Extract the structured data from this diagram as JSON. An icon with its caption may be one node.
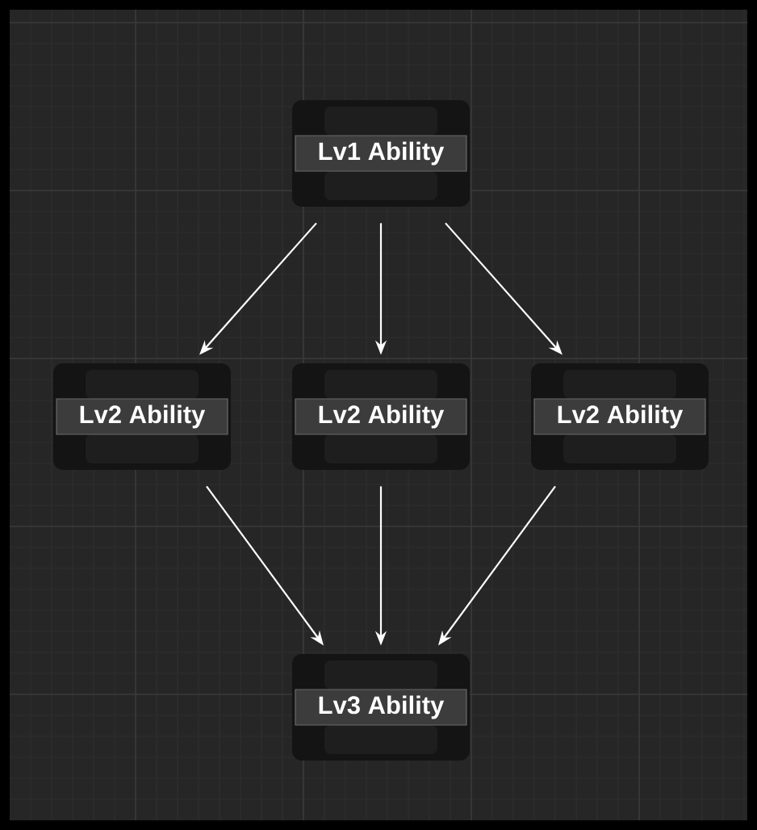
{
  "diagram": {
    "nodes": [
      {
        "text": [
          "Lv1 Ability"
        ]
      },
      {
        "text": [
          "Lv2 Ability"
        ]
      },
      {
        "text": [
          "Lv2 Ability"
        ]
      },
      {
        "text": [
          "Lv2 Ability"
        ]
      },
      {
        "text": [
          "Lv3 Ability"
        ]
      }
    ],
    "edges": [
      {
        "from": 0,
        "to": 1,
        "arrow": "to"
      },
      {
        "from": 0,
        "to": 2,
        "arrow": "to"
      },
      {
        "from": 0,
        "to": 3,
        "arrow": "to"
      },
      {
        "from": 1,
        "to": 4,
        "arrow": "to"
      },
      {
        "from": 2,
        "to": 4,
        "arrow": "to"
      },
      {
        "from": 3,
        "to": 4,
        "arrow": "to"
      }
    ]
  }
}
